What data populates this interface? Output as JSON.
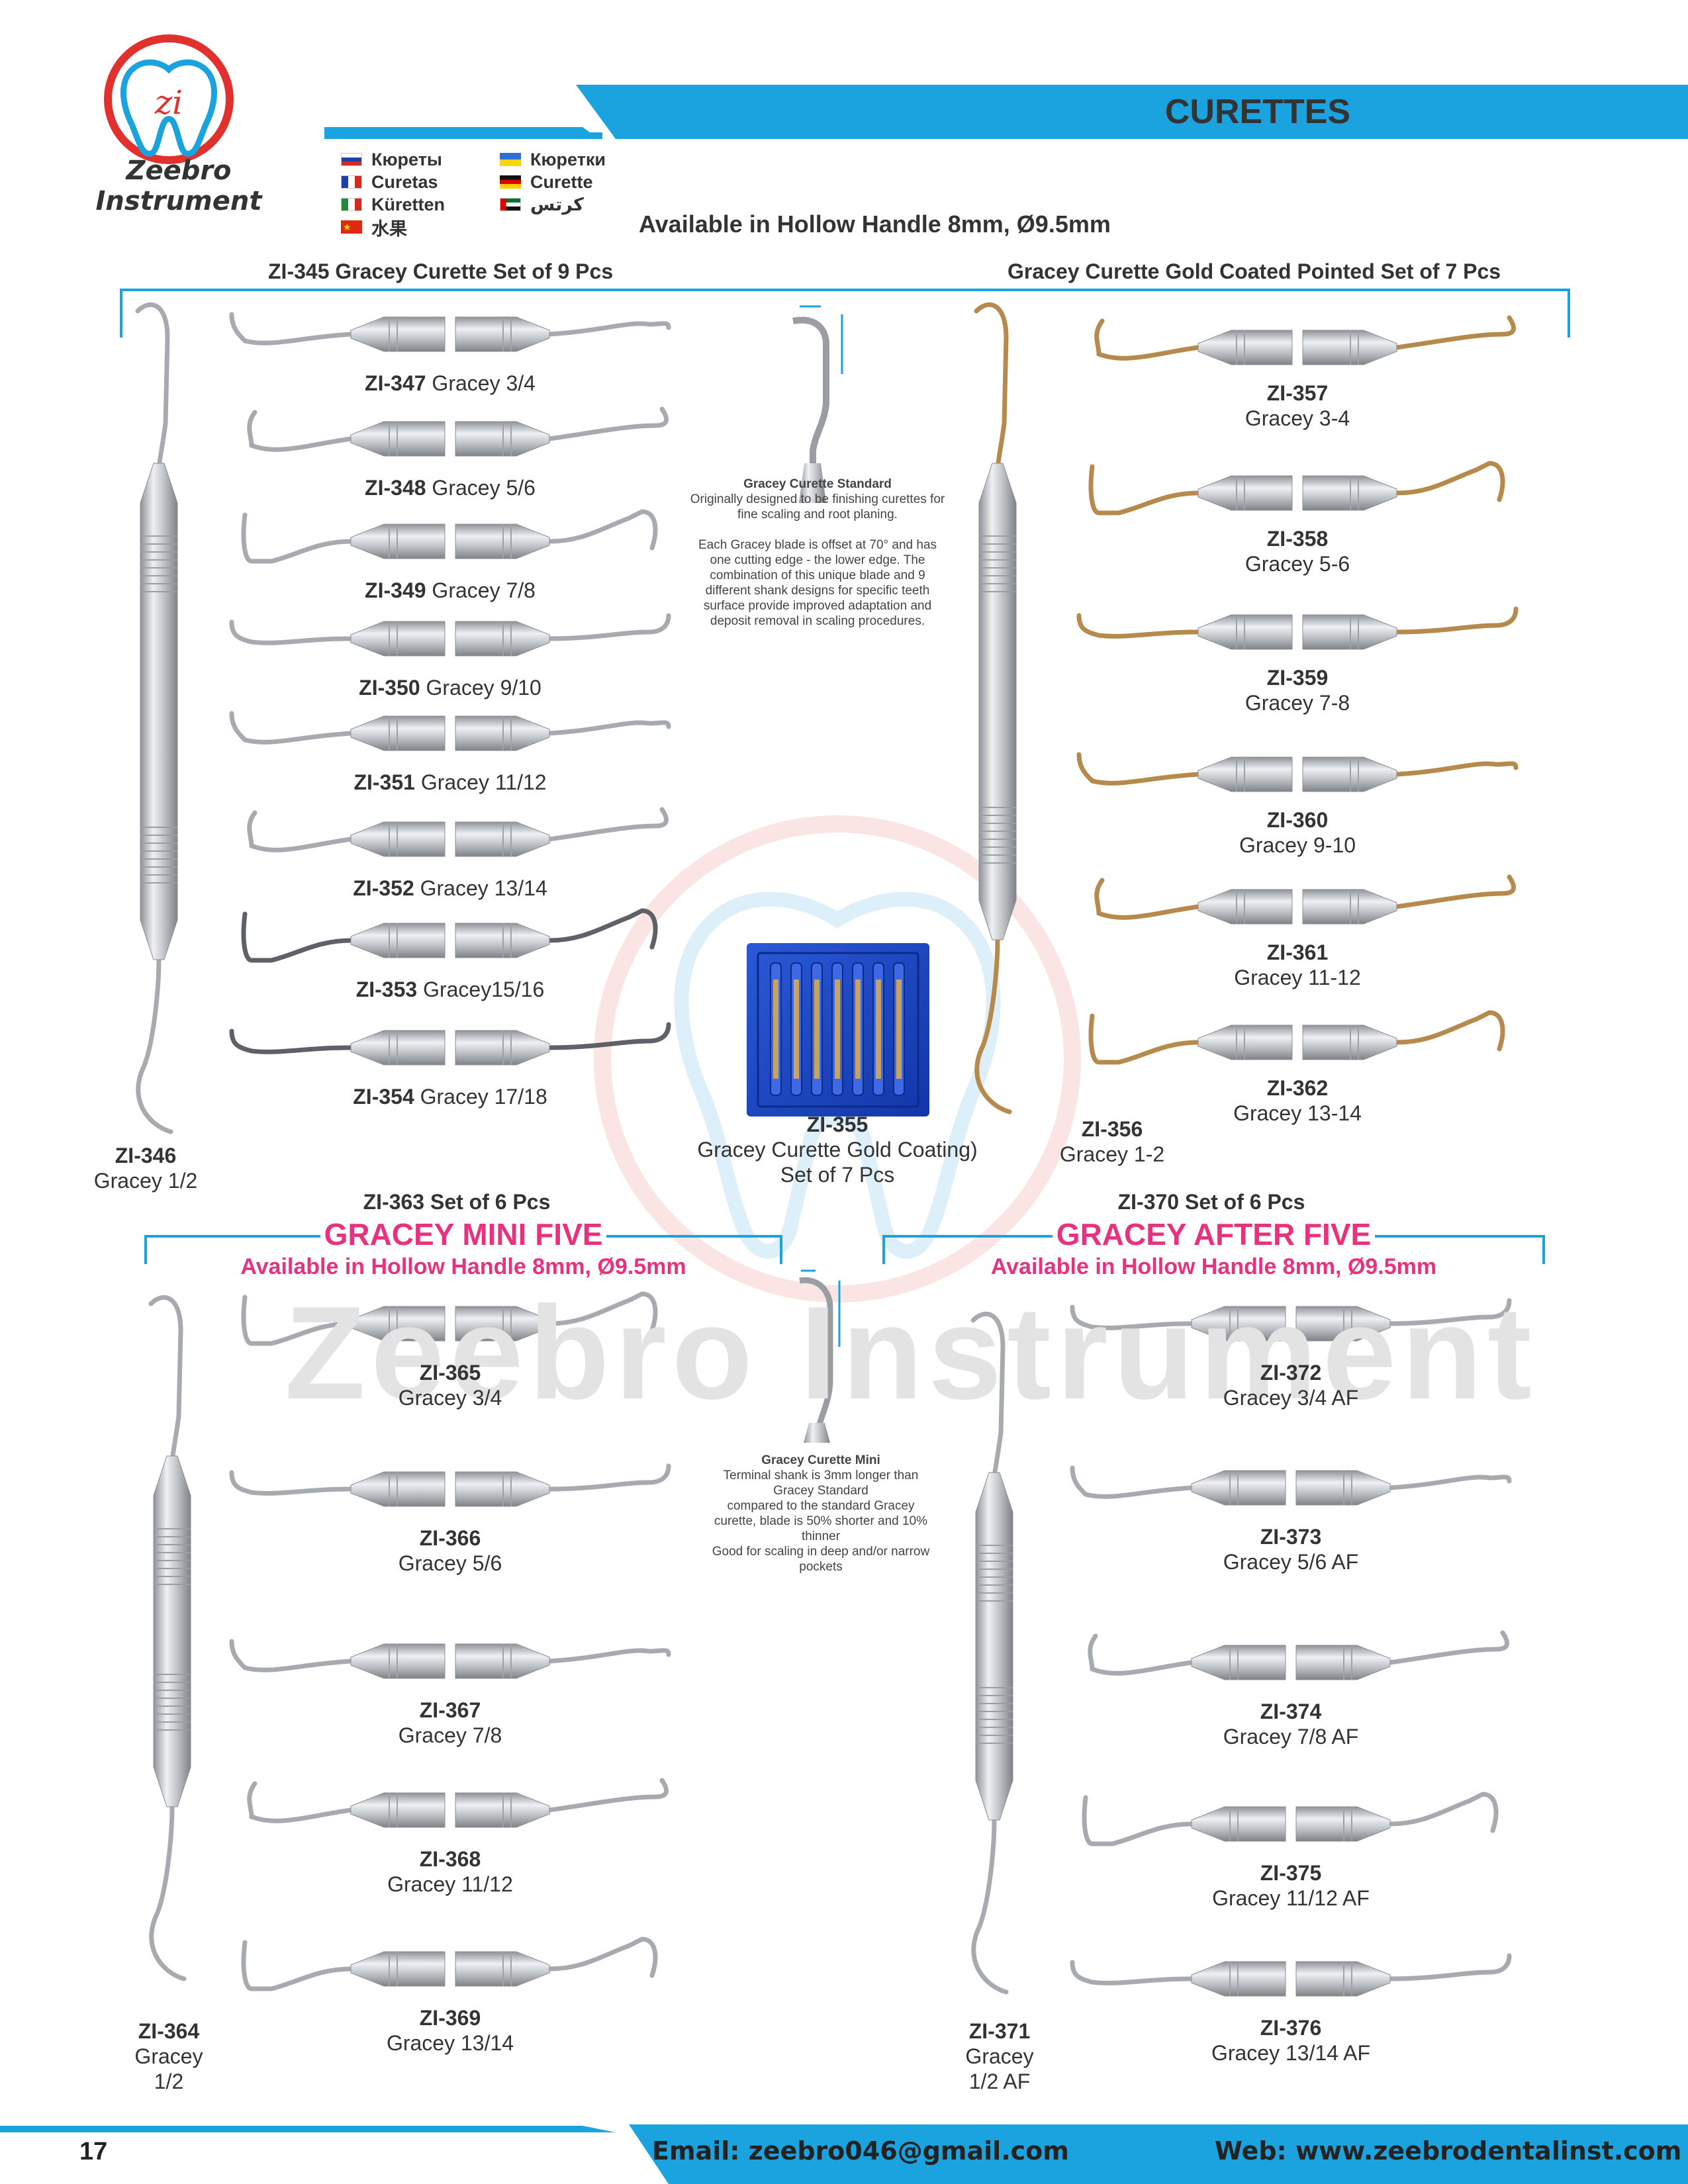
{
  "header": {
    "brand": "Zeebro Instrument",
    "logo_mark": "zi",
    "title": "CURETTES",
    "available": "Available in Hollow Handle 8mm, Ø9.5mm",
    "languages": [
      {
        "flag": "russia",
        "text": "Кюреты"
      },
      {
        "flag": "ukraine",
        "text": "Кюретки"
      },
      {
        "flag": "france",
        "text": "Curetas"
      },
      {
        "flag": "germany",
        "text": "Curette"
      },
      {
        "flag": "italy",
        "text": "Küretten"
      },
      {
        "flag": "uae",
        "text": "كرتس"
      },
      {
        "flag": "china",
        "text": "水果"
      }
    ]
  },
  "section_standard": {
    "heading": "ZI-345 Gracey Curette Set of 9 Pcs",
    "single": {
      "code": "ZI-346",
      "name": "Gracey 1/2"
    },
    "items": [
      {
        "code": "ZI-347",
        "name": "Gracey 3/4"
      },
      {
        "code": "ZI-348",
        "name": "Gracey 5/6"
      },
      {
        "code": "ZI-349",
        "name": "Gracey 7/8"
      },
      {
        "code": "ZI-350",
        "name": "Gracey 9/10"
      },
      {
        "code": "ZI-351",
        "name": "Gracey 11/12"
      },
      {
        "code": "ZI-352",
        "name": "Gracey 13/14"
      },
      {
        "code": "ZI-353",
        "name": "Gracey15/16"
      },
      {
        "code": "ZI-354",
        "name": "Gracey 17/18"
      }
    ]
  },
  "section_gold": {
    "heading": "Gracey Curette Gold Coated Pointed Set of 7 Pcs",
    "single": {
      "code": "ZI-356",
      "name": "Gracey 1-2"
    },
    "items": [
      {
        "code": "ZI-357",
        "name": "Gracey 3-4"
      },
      {
        "code": "ZI-358",
        "name": "Gracey 5-6"
      },
      {
        "code": "ZI-359",
        "name": "Gracey 7-8"
      },
      {
        "code": "ZI-360",
        "name": "Gracey 9-10"
      },
      {
        "code": "ZI-361",
        "name": "Gracey 11-12"
      },
      {
        "code": "ZI-362",
        "name": "Gracey 13-14"
      }
    ]
  },
  "standard_info": {
    "title": "Gracey Curette Standard",
    "lines": [
      "Originally designed to be finishing curettes for",
      "fine scaling and root planing.",
      "",
      "Each Gracey blade is offset at 70° and has",
      "one cutting edge - the lower edge. The",
      "combination of this unique blade and 9",
      "different shank designs for specific teeth",
      "surface provide improved adaptation and",
      "deposit removal in scaling procedures."
    ]
  },
  "set_box": {
    "code": "ZI-355",
    "line1": "Gracey Curette Gold Coating)",
    "line2": "Set of 7 Pcs"
  },
  "section_mini": {
    "heading": "ZI-363 Set of 6 Pcs",
    "title": "GRACEY MINI FIVE",
    "available": "Available in Hollow Handle 8mm, Ø9.5mm",
    "single": {
      "code": "ZI-364",
      "name1": "Gracey",
      "name2": "1/2"
    },
    "items": [
      {
        "code": "ZI-365",
        "name": "Gracey 3/4"
      },
      {
        "code": "ZI-366",
        "name": "Gracey 5/6"
      },
      {
        "code": "ZI-367",
        "name": "Gracey 7/8"
      },
      {
        "code": "ZI-368",
        "name": "Gracey 11/12"
      },
      {
        "code": "ZI-369",
        "name": "Gracey 13/14"
      }
    ]
  },
  "mini_info": {
    "title": "Gracey Curette Mini",
    "lines": [
      "Terminal shank is 3mm longer than",
      "Gracey Standard",
      "compared to the standard Gracey",
      "curette, blade is 50% shorter and 10%",
      "thinner",
      "Good for scaling in deep and/or narrow",
      "pockets"
    ]
  },
  "section_after": {
    "heading": "ZI-370 Set of 6 Pcs",
    "title": "GRACEY AFTER FIVE",
    "available": "Available in Hollow Handle 8mm, Ø9.5mm",
    "single": {
      "code": "ZI-371",
      "name1": "Gracey",
      "name2": "1/2 AF"
    },
    "items": [
      {
        "code": "ZI-372",
        "name": "Gracey 3/4 AF"
      },
      {
        "code": "ZI-373",
        "name": "Gracey 5/6 AF"
      },
      {
        "code": "ZI-374",
        "name": "Gracey 7/8 AF"
      },
      {
        "code": "ZI-375",
        "name": "Gracey 11/12 AF"
      },
      {
        "code": "ZI-376",
        "name": "Gracey 13/14 AF"
      }
    ]
  },
  "watermark": "Zeebro Instrument",
  "footer": {
    "page": "17",
    "email": "Email: zeebro046@gmail.com",
    "web": "Web: www.zeebrodentalinst.com"
  },
  "colors": {
    "accent_blue": "#1aa3de",
    "pink": "#e7327f",
    "gold": "#b58a4c",
    "steel": "#b9bcc0"
  }
}
